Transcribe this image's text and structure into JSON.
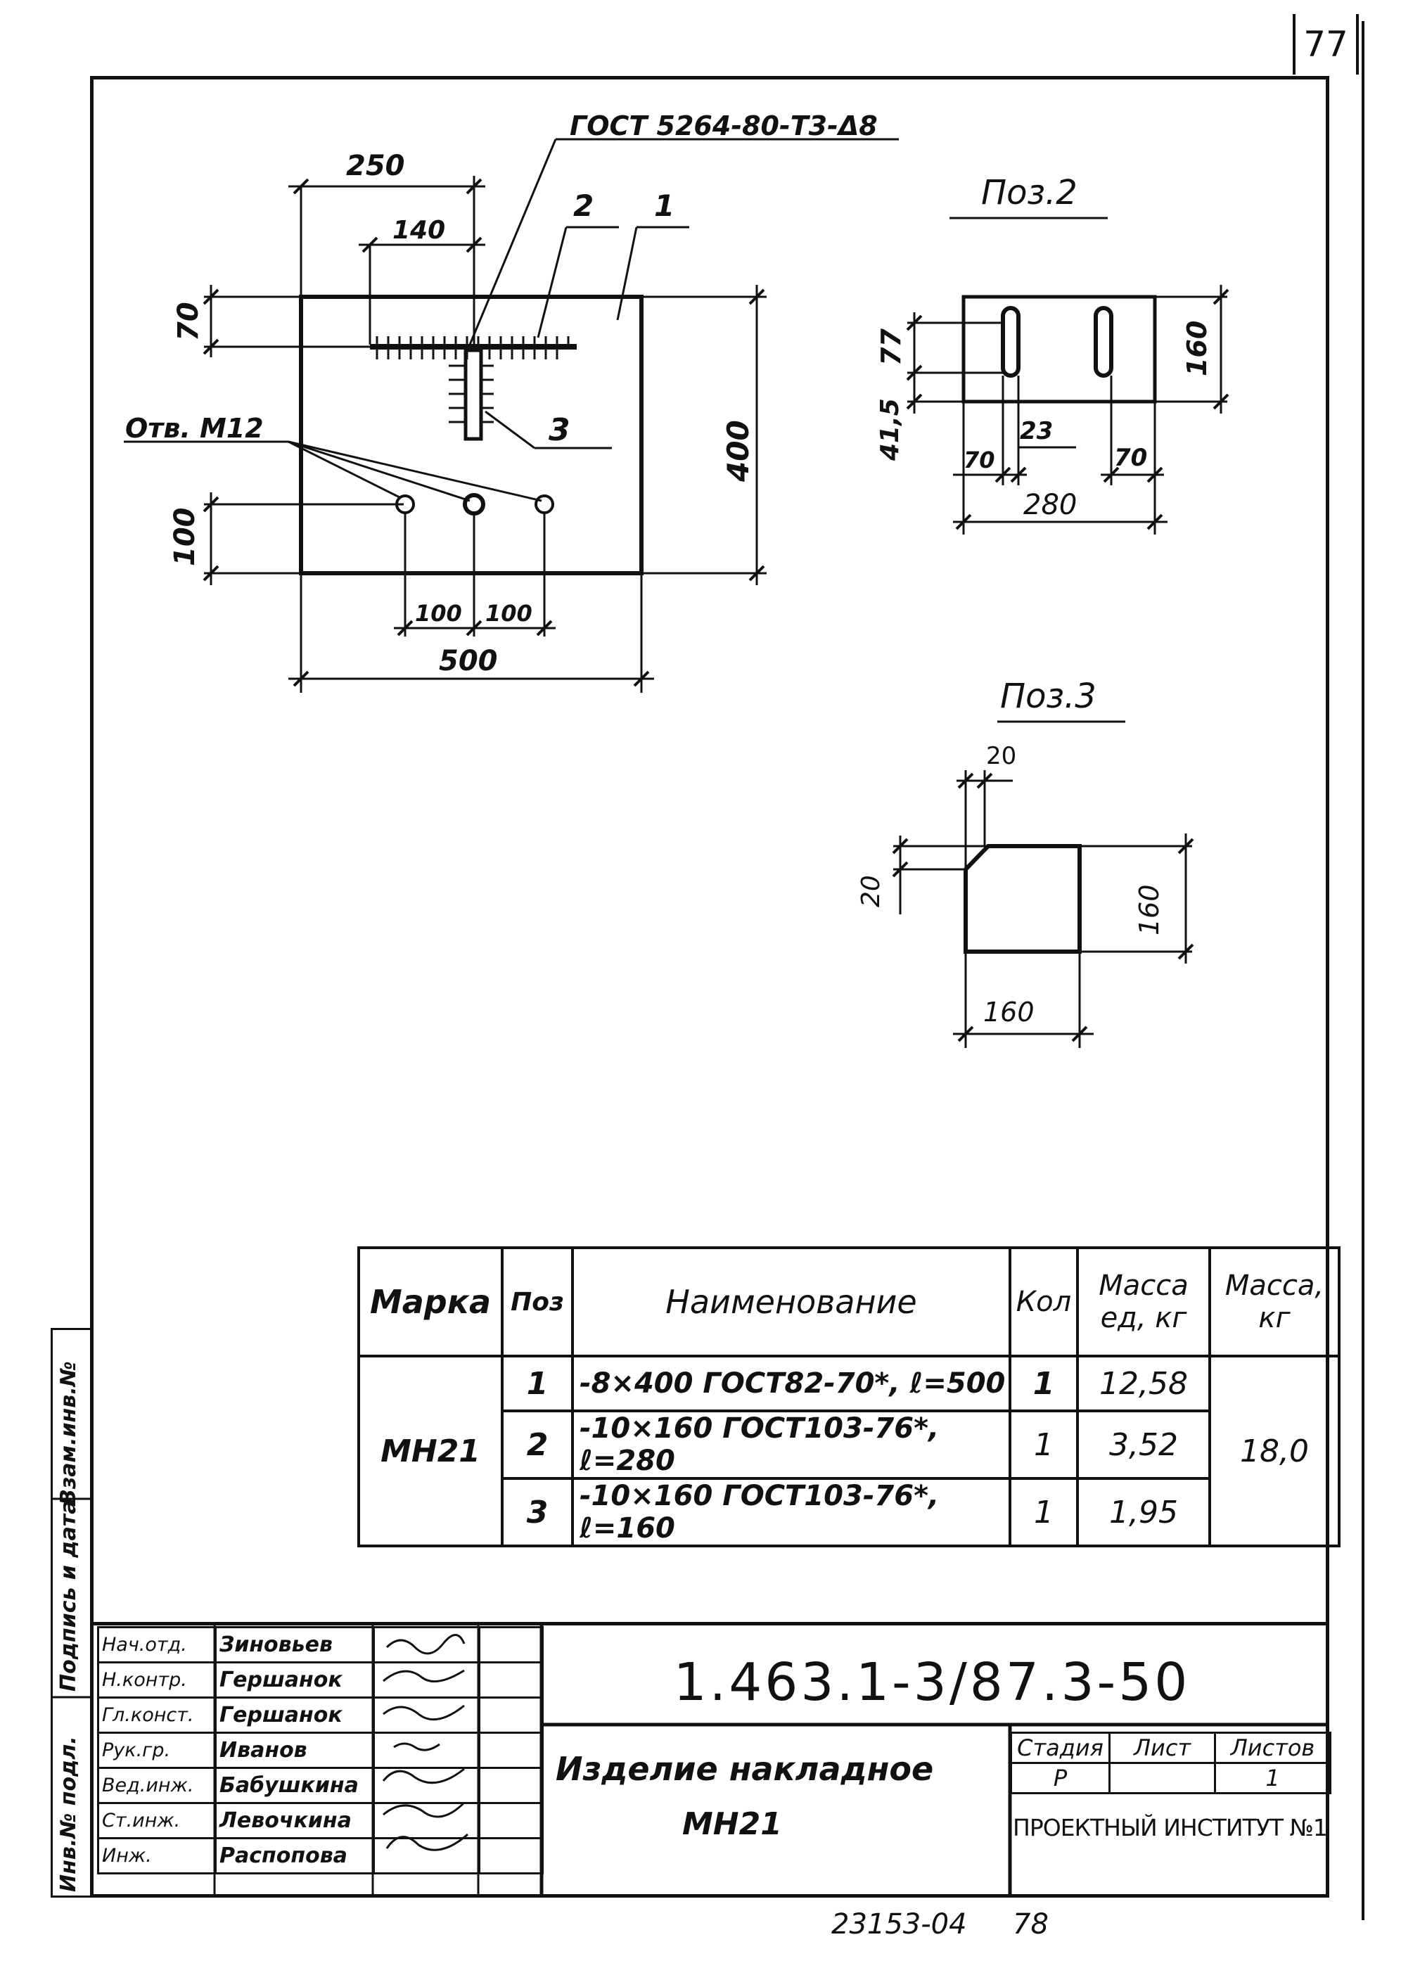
{
  "sheet_number": "77",
  "drawing": {
    "weld_note": "ГОСТ 5264-80-Т3-Δ8",
    "dim_250": "250",
    "dim_140": "140",
    "dim_70": "70",
    "dim_400": "400",
    "dim_100": "100",
    "dim_500": "500",
    "dim_100a": "100",
    "dim_100b": "100",
    "holes_label": "Отв. М12",
    "pos_1": "1",
    "pos_2": "2",
    "pos_3": "3"
  },
  "pos2": {
    "title": "Поз.2",
    "dim_77": "77",
    "dim_41_5": "41,5",
    "dim_160": "160",
    "dim_23": "23",
    "dim_70a": "70",
    "dim_70b": "70",
    "dim_280": "280"
  },
  "pos3": {
    "title": "Поз.3",
    "dim_20_top": "20",
    "dim_20_left": "20",
    "dim_160_right": "160",
    "dim_160_bottom": "160"
  },
  "spec_table": {
    "headers": {
      "mark": "Марка",
      "pos": "Поз",
      "name": "Наименование",
      "qty": "Кол",
      "unit_mass": "Масса ед, кг",
      "mass": "Масса, кг"
    },
    "mark": "МН21",
    "total_mass": "18,0",
    "rows": [
      {
        "pos": "1",
        "name": "-8×400 ГОСТ82-70*, ℓ=500",
        "qty": "1",
        "unit_mass": "12,58"
      },
      {
        "pos": "2",
        "name": "-10×160 ГОСТ103-76*, ℓ=280",
        "qty": "1",
        "unit_mass": "3,52"
      },
      {
        "pos": "3",
        "name": "-10×160 ГОСТ103-76*, ℓ=160",
        "qty": "1",
        "unit_mass": "1,95"
      }
    ]
  },
  "title_block": {
    "code": "1.463.1-3/87.3-50",
    "product_name_1": "Изделие накладное",
    "product_name_2": "МН21",
    "stage_header": "Стадия",
    "sheet_header": "Лист",
    "sheets_header": "Листов",
    "stage": "Р",
    "sheet": "",
    "sheets": "1",
    "institute": "ПРОЕКТНЫЙ ИНСТИТУТ №1",
    "signatures": [
      {
        "role": "Нач.отд.",
        "name": "Зиновьев"
      },
      {
        "role": "Н.контр.",
        "name": "Гершанок"
      },
      {
        "role": "Гл.конст.",
        "name": "Гершанок"
      },
      {
        "role": "Рук.гр.",
        "name": "Иванов"
      },
      {
        "role": "Вед.инж.",
        "name": "Бабушкина"
      },
      {
        "role": "Ст.инж.",
        "name": "Левочкина"
      },
      {
        "role": "Инж.",
        "name": "Распопова"
      }
    ]
  },
  "side_stamps": {
    "inv_orig": "Инв.№ подл.",
    "sign_date": "Подпись и дата",
    "interchange": "Взам.инв.№"
  },
  "footer": {
    "order": "23153-04",
    "page": "78"
  }
}
